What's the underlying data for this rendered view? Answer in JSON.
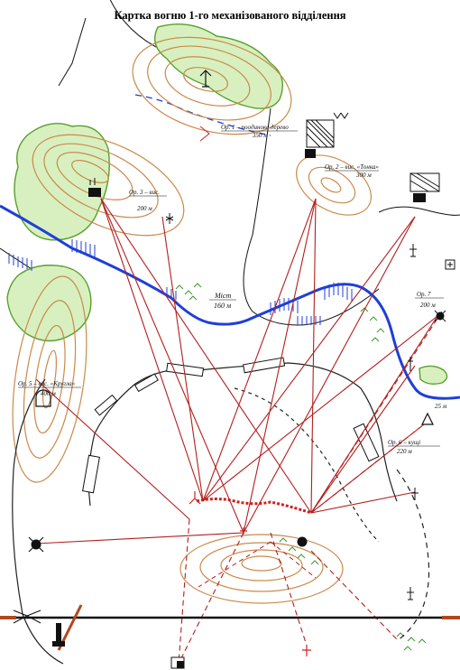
{
  "title": "Картка вогню 1-го механізованого відділення",
  "landmarks": [
    {
      "id": "lm1",
      "name": "Ор. 1 – поодиноке дерево",
      "dist": "350 м"
    },
    {
      "id": "lm2",
      "name": "Ор. 2 – вис. «Тонка»",
      "dist": "300 м"
    },
    {
      "id": "lm3",
      "name": "Ор. 3 – вис.",
      "dist": "200 м"
    },
    {
      "id": "lm4",
      "name": "Міст",
      "dist": "160 м"
    },
    {
      "id": "lm5",
      "name": "Ор. 5 – вис. «Кругла»",
      "dist": "400 м"
    },
    {
      "id": "lm6",
      "name": "Ор. 6 – кущі",
      "dist": "220 м"
    },
    {
      "id": "lm7",
      "name": "Ор. 7",
      "dist": "200 м"
    }
  ],
  "scale_label": "25 м",
  "colors": {
    "contour": "#c98a4b",
    "forest_fill": "#d8f0c0",
    "forest_edge": "#58a02c",
    "river": "#1f3fd8",
    "fire_line": "#b41e1e",
    "position": "#d22020",
    "trench": "#222222",
    "road": "#111111",
    "bush": "#3a9a2a"
  },
  "icons": [
    "tree-icon",
    "tank-icon",
    "machine-gun-icon",
    "bunker-icon",
    "antitank-gun-icon",
    "observation-post-icon",
    "mortar-icon"
  ]
}
